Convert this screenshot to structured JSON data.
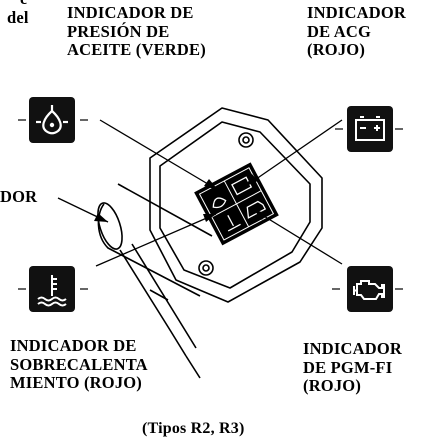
{
  "top_left_fragment": {
    "line1": "e",
    "line2": "del"
  },
  "oil_pressure": {
    "line1": "INDICADOR DE",
    "line2": "PRESIÓN DE",
    "line3": "ACEITE (VERDE)",
    "icon": "oil-pressure-icon",
    "color": "#1a1a1a"
  },
  "acg": {
    "line1": "INDICADOR",
    "line2": "DE ACG",
    "line3": "(ROJO)",
    "icon": "battery-icon"
  },
  "left_fragment": {
    "text": "DOR"
  },
  "overheat": {
    "line1": "INDICADOR DE",
    "line2": "SOBRECALENTA",
    "line3": "MIENTO (ROJO)",
    "icon": "coolant-temperature-icon"
  },
  "pgm_fi": {
    "line1": "INDICADOR",
    "line2": "DE PGM-FI",
    "line3": "(ROJO)",
    "icon": "engine-check-icon"
  },
  "caption": "(Tipos R2, R3)"
}
